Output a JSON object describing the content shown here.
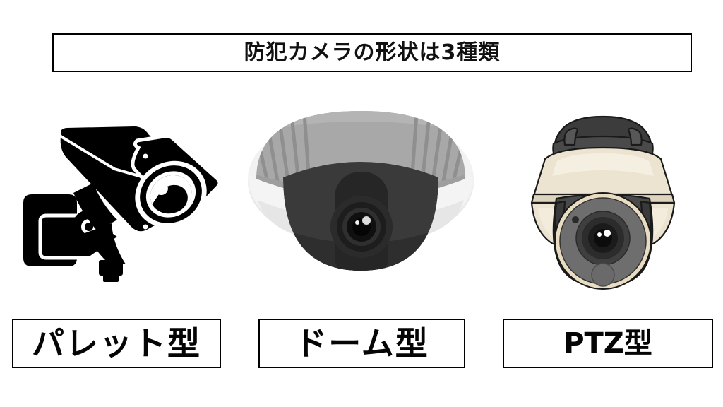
{
  "page": {
    "background_color": "#ffffff",
    "border_color": "#000000"
  },
  "header": {
    "title": "防犯カメラの形状は3種類"
  },
  "cameras": [
    {
      "id": "bullet",
      "label": "パレット型",
      "icon": "bullet-camera-icon",
      "colors": {
        "body": "#000000",
        "outline": "#ffffff"
      }
    },
    {
      "id": "dome",
      "label": "ドーム型",
      "icon": "dome-camera-icon",
      "colors": {
        "ring": "#a8a8a8",
        "ring_dark": "#8f8f8f",
        "base": "#e9e9e9",
        "base_shadow": "#d4d4d4",
        "dome": "#333333",
        "dome_dark": "#2a2a2a",
        "lens": "#111111",
        "highlight": "#d8d8d8"
      }
    },
    {
      "id": "ptz",
      "label": "PTZ型",
      "icon": "ptz-camera-icon",
      "colors": {
        "housing": "#ece3d0",
        "housing_shade": "#ded3bd",
        "housing_light": "#f5efe2",
        "cap": "#3c3c3c",
        "cap_dark": "#2b2b2b",
        "lens_body": "#4a4a4a",
        "lens_face": "#6e6e6e",
        "lens_ring": "#e8dcc2",
        "lens_glass": "#2c2c2c",
        "outline": "#1a1a1a"
      }
    }
  ]
}
